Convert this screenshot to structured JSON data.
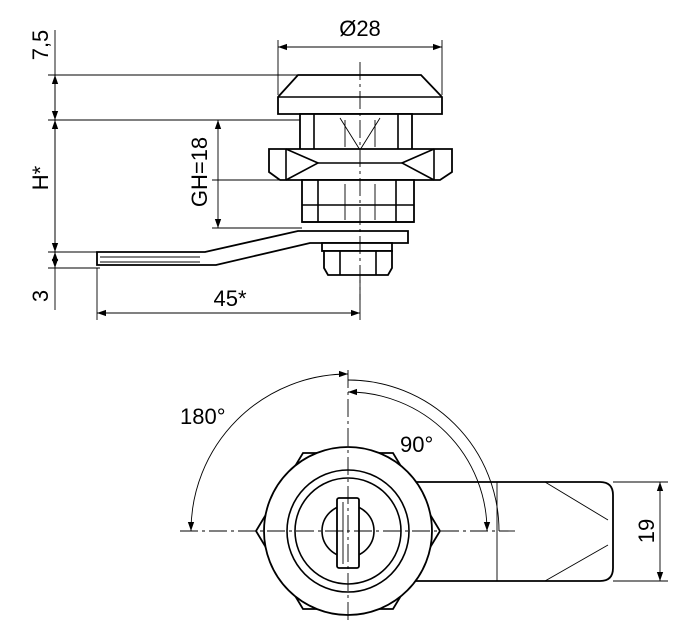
{
  "dimensions": {
    "diameter": "Ø28",
    "top_height": "7,5",
    "height": "H*",
    "grip_height": "GH=18",
    "cam_thickness": "3",
    "cam_length": "45*",
    "rotation_large": "180°",
    "rotation_small": "90°",
    "cam_width": "19"
  }
}
